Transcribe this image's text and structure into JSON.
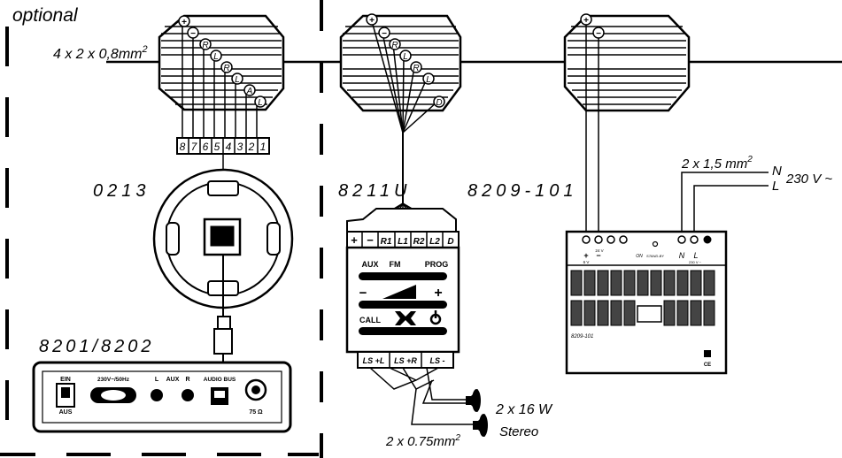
{
  "header": {
    "optional": "optional"
  },
  "bus": {
    "cable_spec": "4 x 2 x 0,8mm",
    "cable_sup": "2"
  },
  "terminals": {
    "block1": [
      "+",
      "−",
      "R",
      "L",
      "R",
      "L",
      "A",
      "L"
    ],
    "block2": [
      "+",
      "−",
      "R",
      "L",
      "R",
      "L",
      "D"
    ],
    "block3": [
      "+",
      "−"
    ]
  },
  "module_0213": {
    "label": "0213",
    "pins": [
      "8",
      "7",
      "6",
      "5",
      "4",
      "3",
      "2",
      "1"
    ]
  },
  "module_8211U": {
    "label": "8211U",
    "top_terminals": [
      "+",
      "−",
      "R1",
      "L1",
      "R2",
      "L2",
      "D"
    ],
    "row1": [
      "AUX",
      "FM",
      "PROG"
    ],
    "minus": "−",
    "plus": "+",
    "call": "CALL",
    "bottom_terminals": [
      "LS +L",
      "LS +R",
      "LS -"
    ]
  },
  "module_8209": {
    "label": "8209-101",
    "small_label": "8209-101",
    "marks": [
      "+",
      "−",
      "ON",
      "STAND-BY",
      "N",
      "L"
    ],
    "sub_marks": [
      "6 V",
      "24 V",
      "230 V ~"
    ],
    "ce": "CE"
  },
  "device_8201": {
    "label": "8201/8202",
    "ein": "EIN",
    "aus": "AUS",
    "power": "230V~/50Hz",
    "l": "L",
    "aux": "AUX",
    "r": "R",
    "audio_bus": "AUDIO BUS",
    "ohm": "75 Ω"
  },
  "power_feed": {
    "cable": "2 x 1,5 mm",
    "cable_sup": "2",
    "n": "N",
    "l": "L",
    "voltage": "230 V ~"
  },
  "speakers": {
    "spec": "2 x 16 W",
    "stereo": "Stereo",
    "wire": "2 x 0.75mm",
    "wire_sup": "2"
  }
}
